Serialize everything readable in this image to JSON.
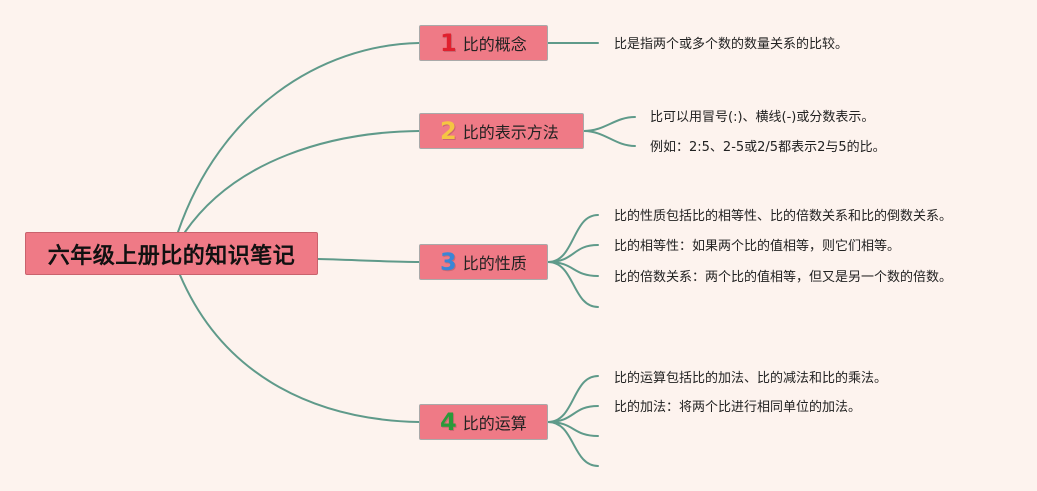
{
  "root": {
    "title": "六年级上册比的知识笔记"
  },
  "branches": [
    {
      "num": "1",
      "num_color": "#e0202e",
      "label": "比的概念",
      "leaves": [
        "比是指两个或多个数的数量关系的比较。"
      ]
    },
    {
      "num": "2",
      "num_color": "#f5c542",
      "label": "比的表示方法",
      "leaves": [
        "比可以用冒号(:)、横线(-)或分数表示。",
        "例如：2:5、2-5或2/5都表示2与5的比。"
      ]
    },
    {
      "num": "3",
      "num_color": "#3a86d6",
      "label": "比的性质",
      "leaves": [
        "比的性质包括比的相等性、比的倍数关系和比的倒数关系。",
        "比的相等性：如果两个比的值相等，则它们相等。",
        "比的倍数关系：两个比的值相等，但又是另一个数的倍数。",
        ""
      ]
    },
    {
      "num": "4",
      "num_color": "#2a9a3a",
      "label": "比的运算",
      "leaves": [
        "比的运算包括比的加法、比的减法和比的乘法。",
        "比的加法：将两个比进行相同单位的加法。",
        "",
        ""
      ]
    }
  ],
  "colors": {
    "background": "#fdf3ee",
    "node_fill": "#ef7a86",
    "connector": "#5f9a8a"
  }
}
